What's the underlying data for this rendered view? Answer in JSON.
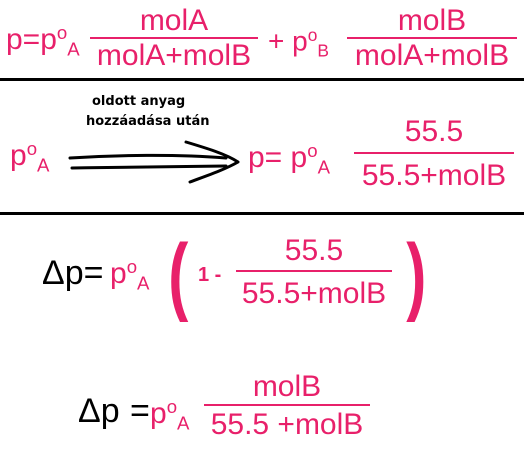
{
  "colors": {
    "accent": "#e8206a",
    "text": "#000000",
    "background": "#ffffff"
  },
  "eq1": {
    "lhs": "p=p",
    "sup_o": "o",
    "sub_a": "A",
    "frac1_num": "molA",
    "frac1_den": "molA+molB",
    "plus": "+ p",
    "sub_b": "B",
    "frac2_num": "molB",
    "frac2_den": "molA+molB"
  },
  "eq2": {
    "p0": "p",
    "sup_o": "o",
    "sub_a": "A",
    "arrow_label_1": "oldott anyag",
    "arrow_label_2": "hozzáadása után",
    "rhs_p": "p= p",
    "frac_num": "55.5",
    "frac_den": "55.5+molB"
  },
  "eq3": {
    "delta": "Δp=",
    "p": " p",
    "sup_o": "o",
    "sub_a": "A",
    "one_minus": "1 -",
    "frac_num": "55.5",
    "frac_den": "55.5+molB"
  },
  "eq4": {
    "delta": "Δp",
    "eq": "=",
    "p": " p",
    "sup_o": "o",
    "sub_a": "A",
    "frac_num": "molB",
    "frac_den": "55.5 +molB"
  }
}
